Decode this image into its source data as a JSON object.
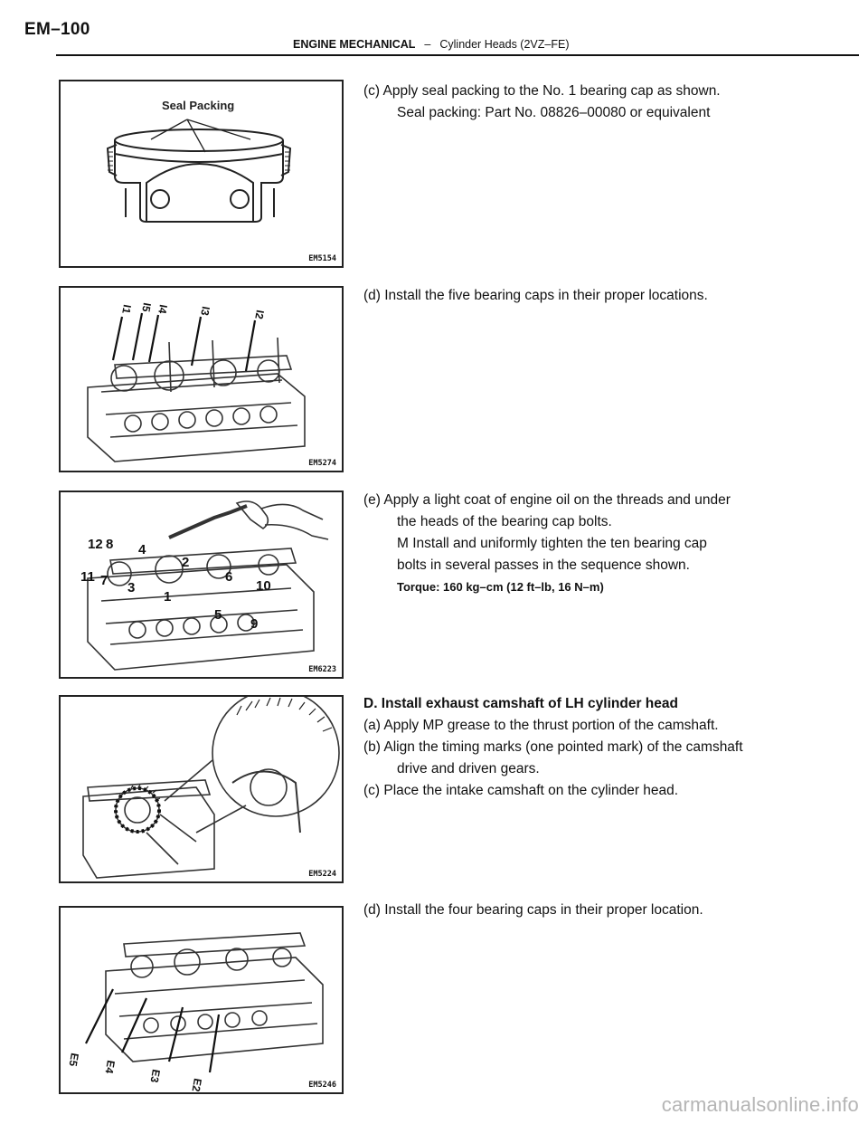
{
  "header": {
    "page_number": "EM–100",
    "section": "ENGINE MECHANICAL",
    "separator": "–",
    "subsection": "Cylinder Heads (2VZ–FE)"
  },
  "figures": {
    "seal_packing": {
      "label": "Seal Packing",
      "code": "EM5154"
    },
    "intake_caps": {
      "code": "EM5274",
      "labels": [
        "I1",
        "I5",
        "I4",
        "I3",
        "I2"
      ]
    },
    "torque_sequence": {
      "code": "EM6223",
      "numbers": [
        "12",
        "8",
        "4",
        "2",
        "11",
        "7",
        "3",
        "1",
        "6",
        "10",
        "5",
        "9"
      ]
    },
    "timing_marks": {
      "code": "EM5224"
    },
    "exhaust_caps": {
      "code": "EM5246",
      "labels": [
        "E5",
        "E4",
        "E3",
        "E2"
      ]
    }
  },
  "steps": {
    "c1": "(c) Apply seal packing to the No. 1 bearing cap as shown.",
    "c1_spec": "Seal packing: Part No. 08826–00080 or equivalent",
    "d1": "(d) Install the five bearing caps in their proper locations.",
    "e1_line1": "(e) Apply a light coat of engine oil on the threads and under",
    "e1_line2": "the heads of the bearing cap bolts.",
    "e1_line3": "M Install and uniformly tighten the ten bearing cap",
    "e1_line4": "bolts in several passes in the sequence shown.",
    "e1_torque": "Torque: 160 kg–cm (12 ft–lb, 16 N–m)",
    "D_heading": "D. Install exhaust camshaft of LH cylinder head",
    "D_a": "(a) Apply MP grease to the thrust portion of the camshaft.",
    "D_b_line1": "(b) Align the timing marks (one pointed mark) of the camshaft",
    "D_b_line2": "drive and driven gears.",
    "D_c": "(c) Place the intake camshaft on the cylinder head.",
    "D_d": "(d) Install the four bearing caps in their proper location."
  },
  "watermark": "carmanualsonline.info"
}
